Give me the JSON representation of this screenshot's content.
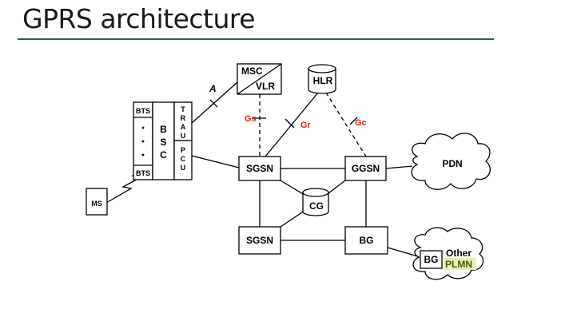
{
  "title": "GPRS architecture",
  "diagram": {
    "nodes": {
      "msc": "MSC",
      "vlr": "VLR",
      "hlr": "HLR",
      "bts_top": "BTS",
      "bts_bottom": "BTS",
      "bsc": "B S C",
      "trau": "T R A U",
      "pcu": "P C U",
      "ms": "MS",
      "sgsn_top": "SGSN",
      "ggsn": "GGSN",
      "cg": "CG",
      "sgsn_bottom": "SGSN",
      "bg": "BG",
      "pdn": "PDN",
      "bg_other": "BG",
      "other": "Other",
      "plmn": "PLMN"
    },
    "interfaces": {
      "a": "A",
      "gs": "Gs",
      "gr": "Gr",
      "gc": "Gc"
    },
    "colors": {
      "interface_label": "#d9261c",
      "title_rule": "#2f4f8f",
      "plmn_highlight": "#e8efb8"
    }
  }
}
